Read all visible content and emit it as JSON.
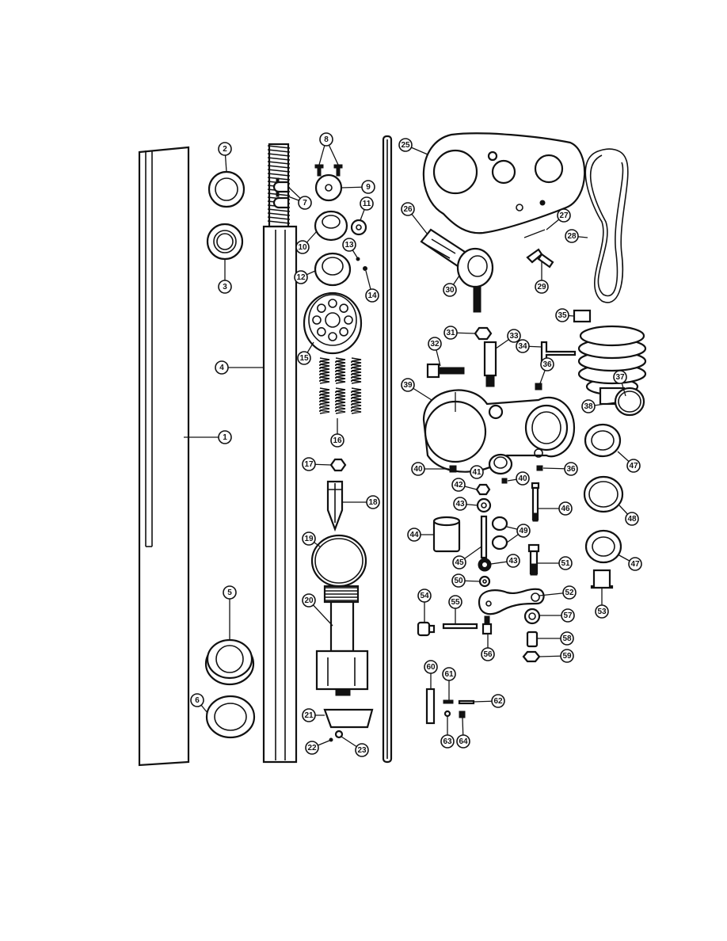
{
  "figure": {
    "type": "exploded parts diagram",
    "callouts": [
      "1",
      "2",
      "3",
      "4",
      "5",
      "6",
      "7",
      "8",
      "9",
      "10",
      "11",
      "12",
      "13",
      "14",
      "15",
      "16",
      "17",
      "18",
      "19",
      "20",
      "21",
      "22",
      "23",
      "25",
      "26",
      "27",
      "28",
      "29",
      "30",
      "31",
      "32",
      "33",
      "34",
      "35",
      "36",
      "37",
      "38",
      "39",
      "40",
      "41",
      "36",
      "40",
      "47",
      "42",
      "43",
      "46",
      "44",
      "49",
      "48",
      "45",
      "43",
      "51",
      "47",
      "50",
      "52",
      "54",
      "55",
      "53",
      "57",
      "58",
      "56",
      "59",
      "60",
      "61",
      "62",
      "63",
      "64"
    ]
  }
}
